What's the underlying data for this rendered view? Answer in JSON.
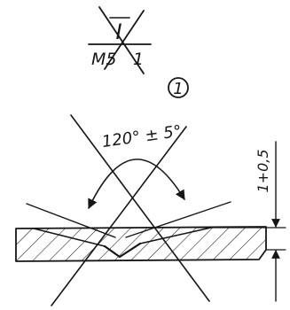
{
  "weld_symbol": {
    "type_mark": "I",
    "method_code": "M5",
    "method_suffix": "1"
  },
  "detail_number": "1",
  "angle_label": "120° ± 5°",
  "gap_label": "1+0,5"
}
